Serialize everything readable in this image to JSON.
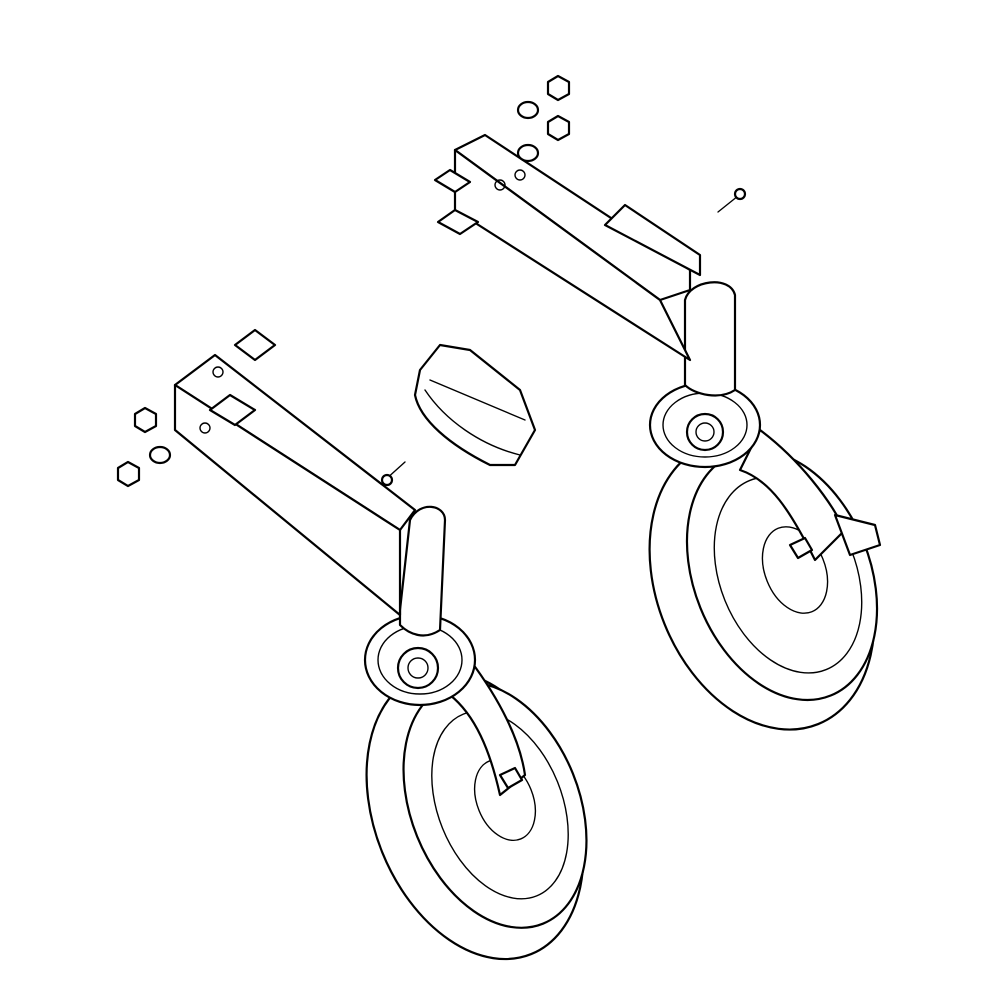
{
  "colors": {
    "stroke": "#000000",
    "background": "#ffffff"
  },
  "parts": [
    "left-caster-assembly",
    "right-caster-assembly",
    "brake-pad",
    "screw",
    "hex-nut",
    "washer"
  ]
}
